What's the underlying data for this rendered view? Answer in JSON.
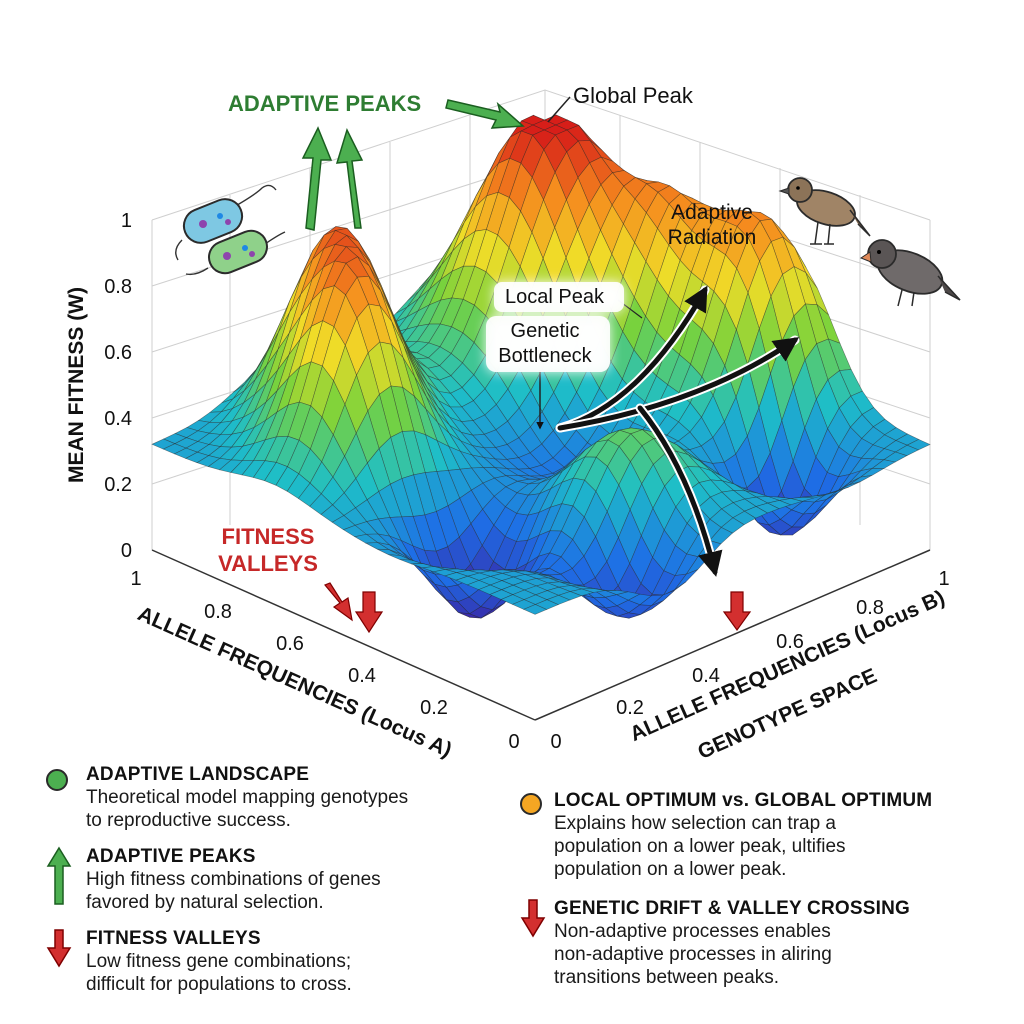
{
  "diagram": {
    "peak_callout": "ADAPTIVE PEAKS",
    "global_peak": "Global Peak",
    "adaptive_radiation": "Adaptive\nRadiation",
    "local_peak": "Local Peak",
    "bottleneck": "Genetic\nBottleneck",
    "valleys_callout": "FITNESS\nVALLEYS",
    "y_axis_label": "MEAN FITNESS (W)",
    "y_ticks": [
      "0",
      "0.2",
      "0.4",
      "0.6",
      "0.8",
      "1"
    ],
    "x_axis_a_label": "ALLELE FREQUENCIES (Locus A)",
    "x_ticks_a": [
      "1",
      "0.8",
      "0.6",
      "0.4",
      "0.2",
      "0"
    ],
    "x_axis_b_label": "ALLELE FREQUENCIES (Locus B)",
    "x_ticks_b": [
      "0",
      "0.2",
      "0.4",
      "0.6",
      "0.8",
      "1"
    ],
    "genotype_space": "GENOTYPE SPACE"
  },
  "legend": {
    "landscape": {
      "title": "ADAPTIVE LANDSCAPE",
      "desc": "Theoretical model mapping genotypes\nto reproductive success.",
      "color": "#4caf50"
    },
    "peaks": {
      "title": "ADAPTIVE PEAKS",
      "desc": "High fitness combinations of genes\nfavored by natural selection.",
      "color": "#43a047"
    },
    "valleys": {
      "title": "FITNESS VALLEYS",
      "desc": "Low fitness gene combinations;\ndifficult for populations to cross.",
      "color": "#d32f2f"
    },
    "optimum": {
      "title": "LOCAL OPTIMUM vs. GLOBAL OPTIMUM",
      "desc": "Explains how selection can trap a\npopulation on a lower peak, ultifies\npopulation on a lower peak.",
      "color": "#f5a623"
    },
    "drift": {
      "title": "GENETIC DRIFT & VALLEY CROSSING",
      "desc": "Non-adaptive processes enables\nnon-adaptive processes in aliring\ntransitions between peaks.",
      "color": "#d32f2f"
    }
  },
  "icons": [
    "bacteria-icon",
    "finch-icon"
  ],
  "colors": {
    "green_callout": "#2e7d32",
    "red_callout": "#c62828",
    "arrow_black": "#111111"
  }
}
